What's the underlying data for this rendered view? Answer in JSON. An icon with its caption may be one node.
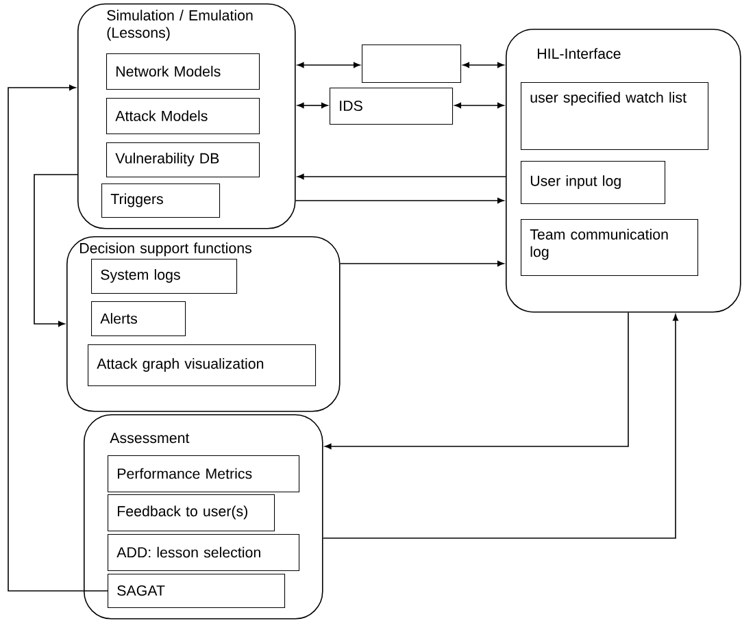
{
  "diagram": {
    "nodes": [
      {
        "text": [
          "Simulation / Emulation (Lessons)"
        ]
      },
      {
        "text": [
          "Network Models"
        ],
        "in": 0
      },
      {
        "text": [
          "Attack Models"
        ],
        "in": 0
      },
      {
        "text": [
          "Vulnerability DB"
        ],
        "in": 0
      },
      {
        "text": [
          "Triggers"
        ],
        "in": 0
      },
      {
        "text": [],
        "shape": "box"
      },
      {
        "text": [
          "IDS"
        ]
      },
      {
        "text": [
          "HIL-Interface"
        ]
      },
      {
        "text": [
          "user specified watch list"
        ],
        "in": 7
      },
      {
        "text": [
          "User input log"
        ],
        "in": 7
      },
      {
        "text": [
          "Team communication log"
        ],
        "in": 7
      },
      {
        "text": [
          "Decision support functions"
        ]
      },
      {
        "text": [
          "System logs"
        ],
        "in": 11
      },
      {
        "text": [
          "Alerts"
        ],
        "in": 11
      },
      {
        "text": [
          "Attack graph visualization"
        ],
        "in": 11
      },
      {
        "text": [
          "Assessment"
        ]
      },
      {
        "text": [
          "Performance Metrics"
        ],
        "in": 15
      },
      {
        "text": [
          "Feedback to user(s)"
        ],
        "in": 15
      },
      {
        "text": [
          "ADD: lesson selection"
        ],
        "in": 15
      },
      {
        "text": [
          "SAGAT"
        ],
        "in": 15
      }
    ],
    "edges": [
      {
        "from": 0,
        "to": 5,
        "arrow": "both"
      },
      {
        "from": 5,
        "to": 7,
        "arrow": "both"
      },
      {
        "from": 0,
        "to": 6,
        "arrow": "both"
      },
      {
        "from": 6,
        "to": 7,
        "arrow": "both"
      },
      {
        "from": 7,
        "to": 0,
        "arrow": "to"
      },
      {
        "from": 0,
        "to": 7,
        "arrow": "to"
      },
      {
        "from": 11,
        "to": 7,
        "arrow": "to"
      },
      {
        "from": 7,
        "to": 15,
        "arrow": "to"
      },
      {
        "from": 15,
        "to": 7,
        "arrow": "to"
      },
      {
        "from": 19,
        "to": 0,
        "arrow": "to"
      },
      {
        "from": 0,
        "to": 11,
        "arrow": "to"
      }
    ]
  }
}
